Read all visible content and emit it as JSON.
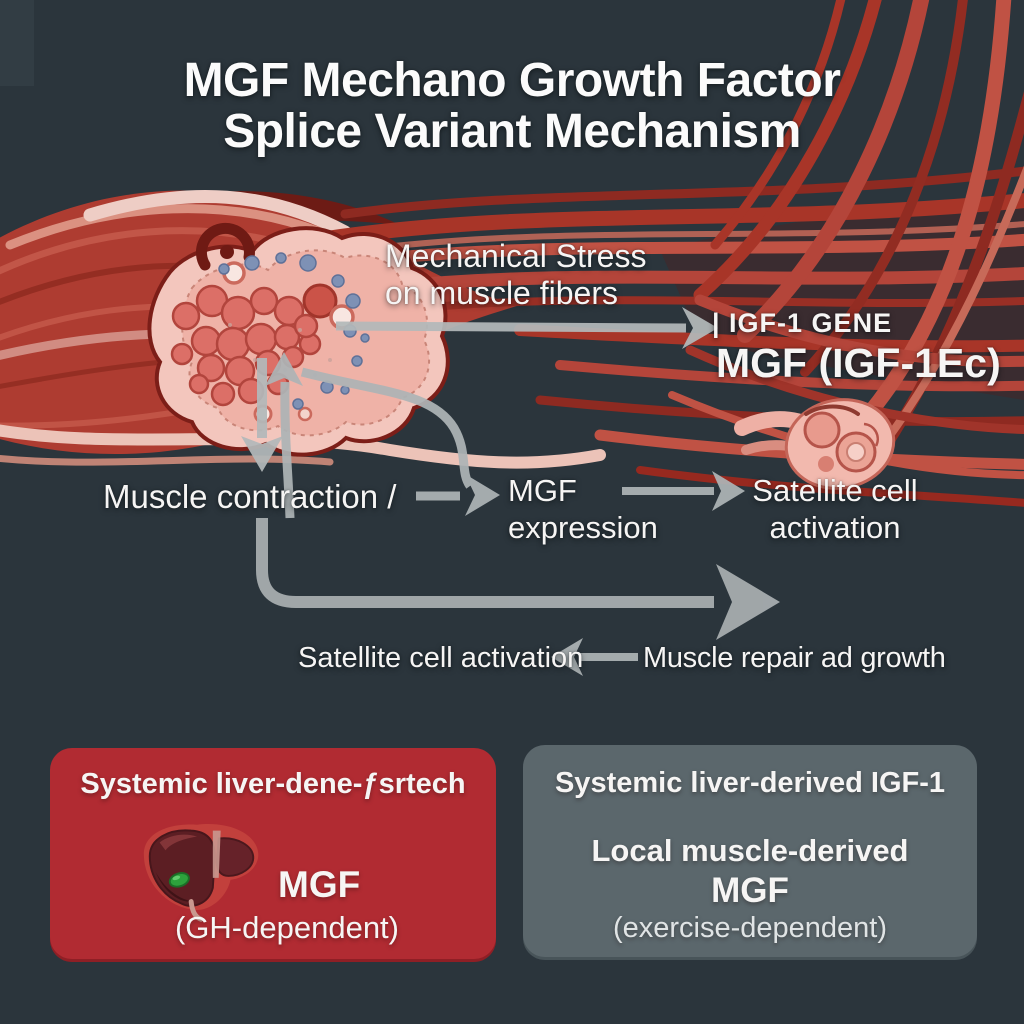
{
  "title": {
    "line1": "MGF Mechano Growth Factor",
    "line2": "Splice Variant Mechanism"
  },
  "flow": {
    "mechanical_stress_line1": "Mechanical Stress",
    "mechanical_stress_line2": "on muscle fibers",
    "igf1_gene_label": "| IGF-1 GENE",
    "mgf_variant_label": "MGF (IGF-1Ec)",
    "muscle_contraction_label": "Muscle contraction /",
    "mgf_expression_line1": "MGF",
    "mgf_expression_line2": "expression",
    "satellite_cell_line1": "Satellite cell",
    "satellite_cell_line2": "activation",
    "satellite_activation_label": "Satellite cell activation",
    "muscle_repair_label": "Muscle repair ad growth"
  },
  "cards": {
    "systemic": {
      "heading": "Systemic liver-dene-ƒsrtech",
      "mgf_label": "MGF",
      "dependency_label": "(GH-dependent)",
      "icon": "liver-icon",
      "bg": "#b12b32"
    },
    "local": {
      "heading": "Systemic liver-derived IGF-1",
      "line1": "Local muscle-derived",
      "line2": "MGF",
      "line3": "(exercise-dependent)",
      "bg": "#5b676c"
    }
  },
  "colors": {
    "background": "#2b353c",
    "arrow_gray": "#aeb4b6",
    "muscle_red": "#b0453a",
    "cross_section_pink": "#f2c3ba",
    "title_text": "#fbfbfb",
    "body_text": "#f6f5f4"
  }
}
